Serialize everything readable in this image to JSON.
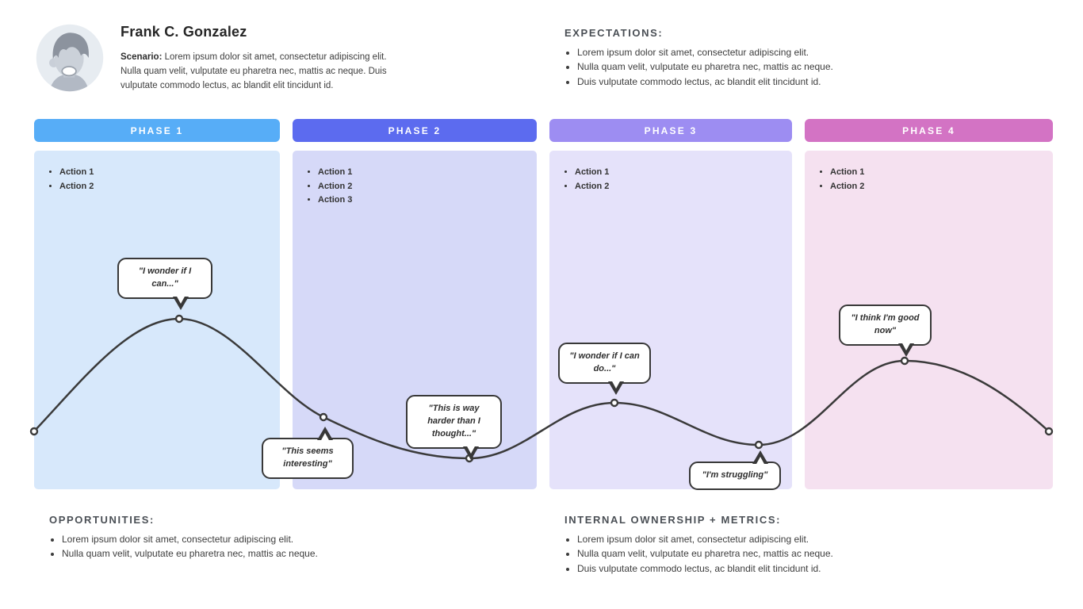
{
  "persona": {
    "name": "Frank C. Gonzalez",
    "scenario_label": "Scenario:",
    "scenario_text": " Lorem ipsum dolor sit amet, consectetur adipiscing elit. Nulla quam velit, vulputate eu pharetra nec, mattis ac neque. Duis vulputate commodo lectus, ac blandit elit tincidunt id.",
    "avatar_icon": "person-avatar-icon"
  },
  "expectations": {
    "title": "EXPECTATIONS:",
    "items": [
      "Lorem ipsum dolor sit amet, consectetur adipiscing elit.",
      "Nulla quam velit, vulputate eu pharetra nec, mattis ac neque.",
      "Duis vulputate commodo lectus, ac blandit elit tincidunt id."
    ]
  },
  "phases": [
    {
      "label": "PHASE 1",
      "header_color": "#57ADF7",
      "column_color": "#D7E8FB",
      "actions": [
        "Action 1",
        "Action 2"
      ]
    },
    {
      "label": "PHASE 2",
      "header_color": "#5C6BEF",
      "column_color": "#D6D9F8",
      "actions": [
        "Action 1",
        "Action 2",
        "Action 3"
      ]
    },
    {
      "label": "PHASE 3",
      "header_color": "#9D8DF2",
      "column_color": "#E5E2FA",
      "actions": [
        "Action 1",
        "Action 2"
      ]
    },
    {
      "label": "PHASE 4",
      "header_color": "#D373C4",
      "column_color": "#F5E1F0",
      "actions": [
        "Action 1",
        "Action 2"
      ]
    }
  ],
  "journey": {
    "line_color": "#3A3A3A",
    "quotes": [
      {
        "text": "\"I wonder if I can...\""
      },
      {
        "text": "\"This seems interesting\""
      },
      {
        "text": "\"This is way harder than I thought...\""
      },
      {
        "text": "\"I wonder if I can do...\""
      },
      {
        "text": "\"I'm struggling\""
      },
      {
        "text": "\"I think I'm good now\""
      }
    ]
  },
  "opportunities": {
    "title": "OPPORTUNITIES:",
    "items": [
      "Lorem ipsum dolor sit amet, consectetur adipiscing elit.",
      "Nulla quam velit, vulputate eu pharetra nec, mattis ac neque."
    ]
  },
  "internal_ownership": {
    "title": "INTERNAL OWNERSHIP + METRICS:",
    "items": [
      "Lorem ipsum dolor sit amet, consectetur adipiscing elit.",
      "Nulla quam velit, vulputate eu pharetra nec, mattis ac neque.",
      "Duis vulputate commodo lectus, ac blandit elit tincidunt id."
    ]
  }
}
